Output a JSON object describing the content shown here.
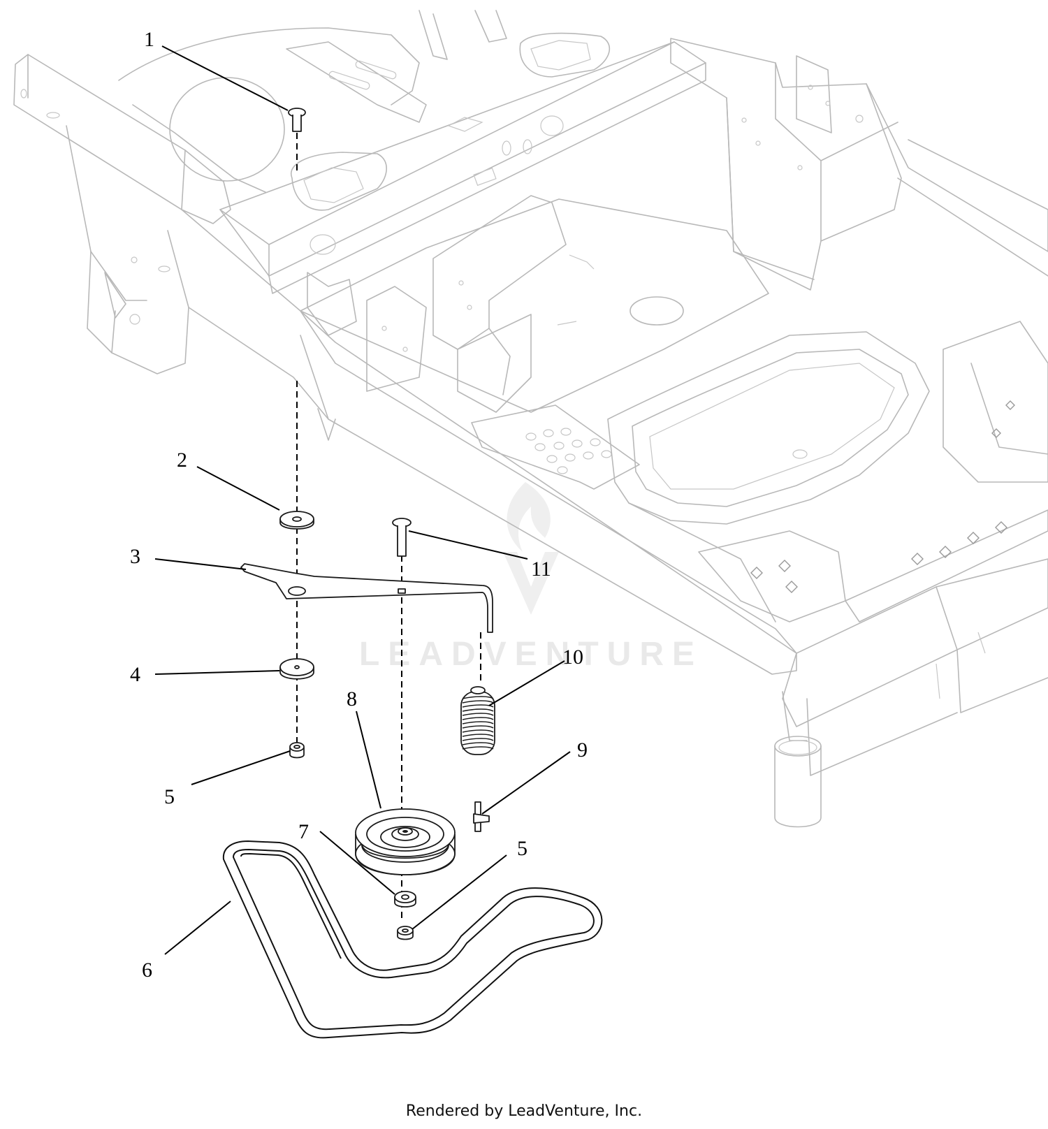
{
  "callouts": {
    "c1": "1",
    "c2": "2",
    "c3": "3",
    "c4": "4",
    "c5a": "5",
    "c5b": "5",
    "c6": "6",
    "c7": "7",
    "c8": "8",
    "c9": "9",
    "c10": "10",
    "c11": "11"
  },
  "watermark": "LEADVENTURE",
  "footer": "Rendered by LeadVenture, Inc.",
  "colors": {
    "frame": "#b8b8b8",
    "part": "#1a1a1a",
    "watermark": "#e9e9e9"
  }
}
